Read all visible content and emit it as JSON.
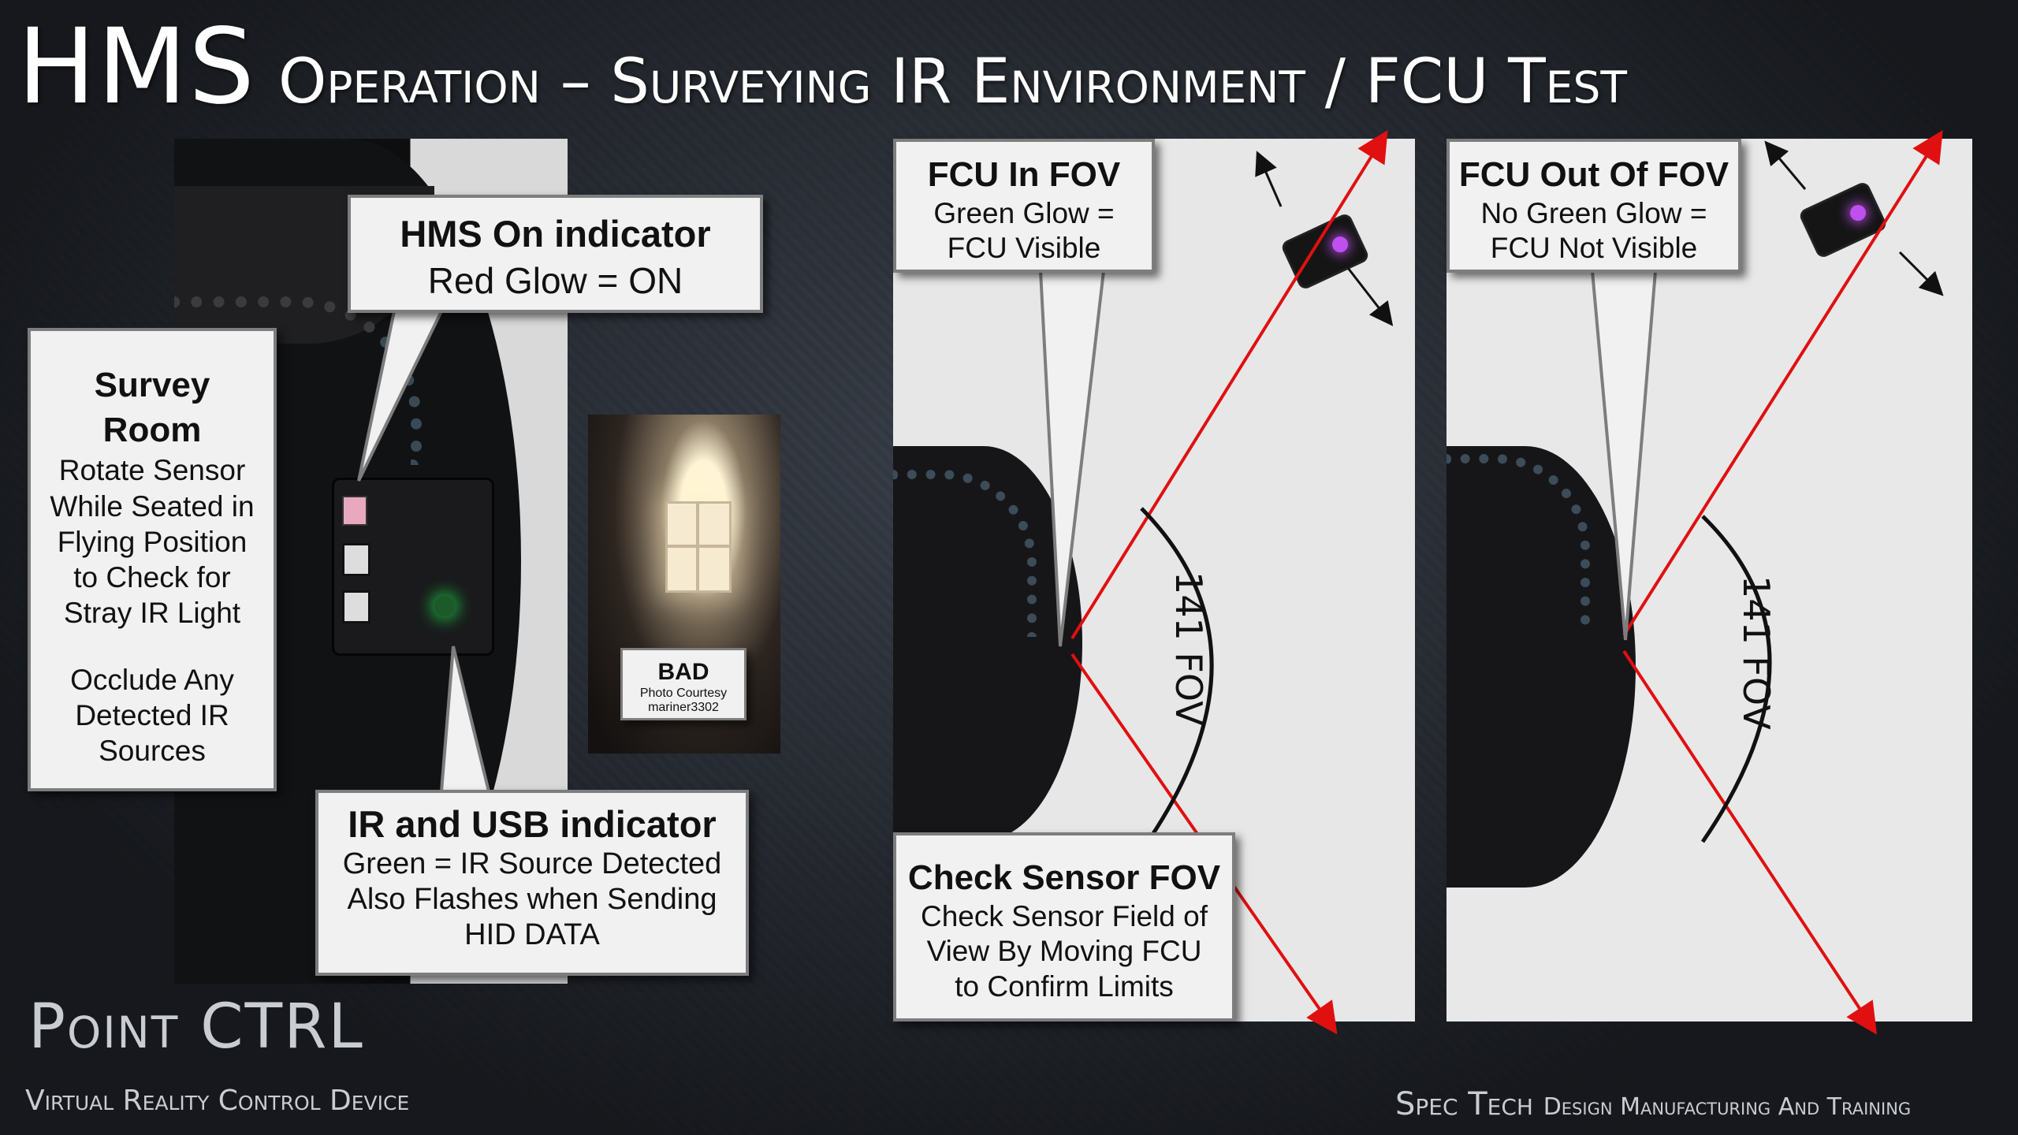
{
  "title": {
    "main": "HMS",
    "rest": "Operation – Surveying IR Environment / FCU Test"
  },
  "callouts": {
    "survey": {
      "head_1": "Survey",
      "head_2": "Room",
      "lines_a": [
        "Rotate Sensor",
        "While Seated in",
        "Flying Position",
        "to Check for",
        "Stray IR Light"
      ],
      "lines_b": [
        "Occlude Any",
        "Detected IR",
        "Sources"
      ]
    },
    "hms_on": {
      "head": "HMS On indicator",
      "line": "Red Glow = ON"
    },
    "ir_usb": {
      "head": "IR and USB indicator",
      "lines": [
        "Green = IR Source Detected",
        "Also Flashes when Sending",
        "HID DATA"
      ]
    },
    "bad": {
      "head": "BAD",
      "lines": [
        "Photo Courtesy",
        "mariner3302"
      ]
    },
    "fcu_in": {
      "head": "FCU In FOV",
      "lines": [
        "Green Glow =",
        "FCU Visible"
      ]
    },
    "fcu_out": {
      "head": "FCU Out Of FOV",
      "lines": [
        "No Green Glow =",
        "FCU Not Visible"
      ]
    },
    "check": {
      "head": "Check Sensor FOV",
      "lines": [
        "Check Sensor Field of",
        "View By Moving FCU",
        "to Confirm Limits"
      ]
    }
  },
  "fov_label": "141 FOV",
  "brand": {
    "title": "Point CTRL",
    "subtitle": "Virtual Reality Control Device"
  },
  "footer": {
    "company": "Spec Tech",
    "tagline": "Design Manufacturing And Training"
  },
  "colors": {
    "fov_line": "#e01010",
    "ir_led": "#20c040",
    "power_led": "#e8a8bd",
    "fcu_led": "#c04ff0"
  }
}
